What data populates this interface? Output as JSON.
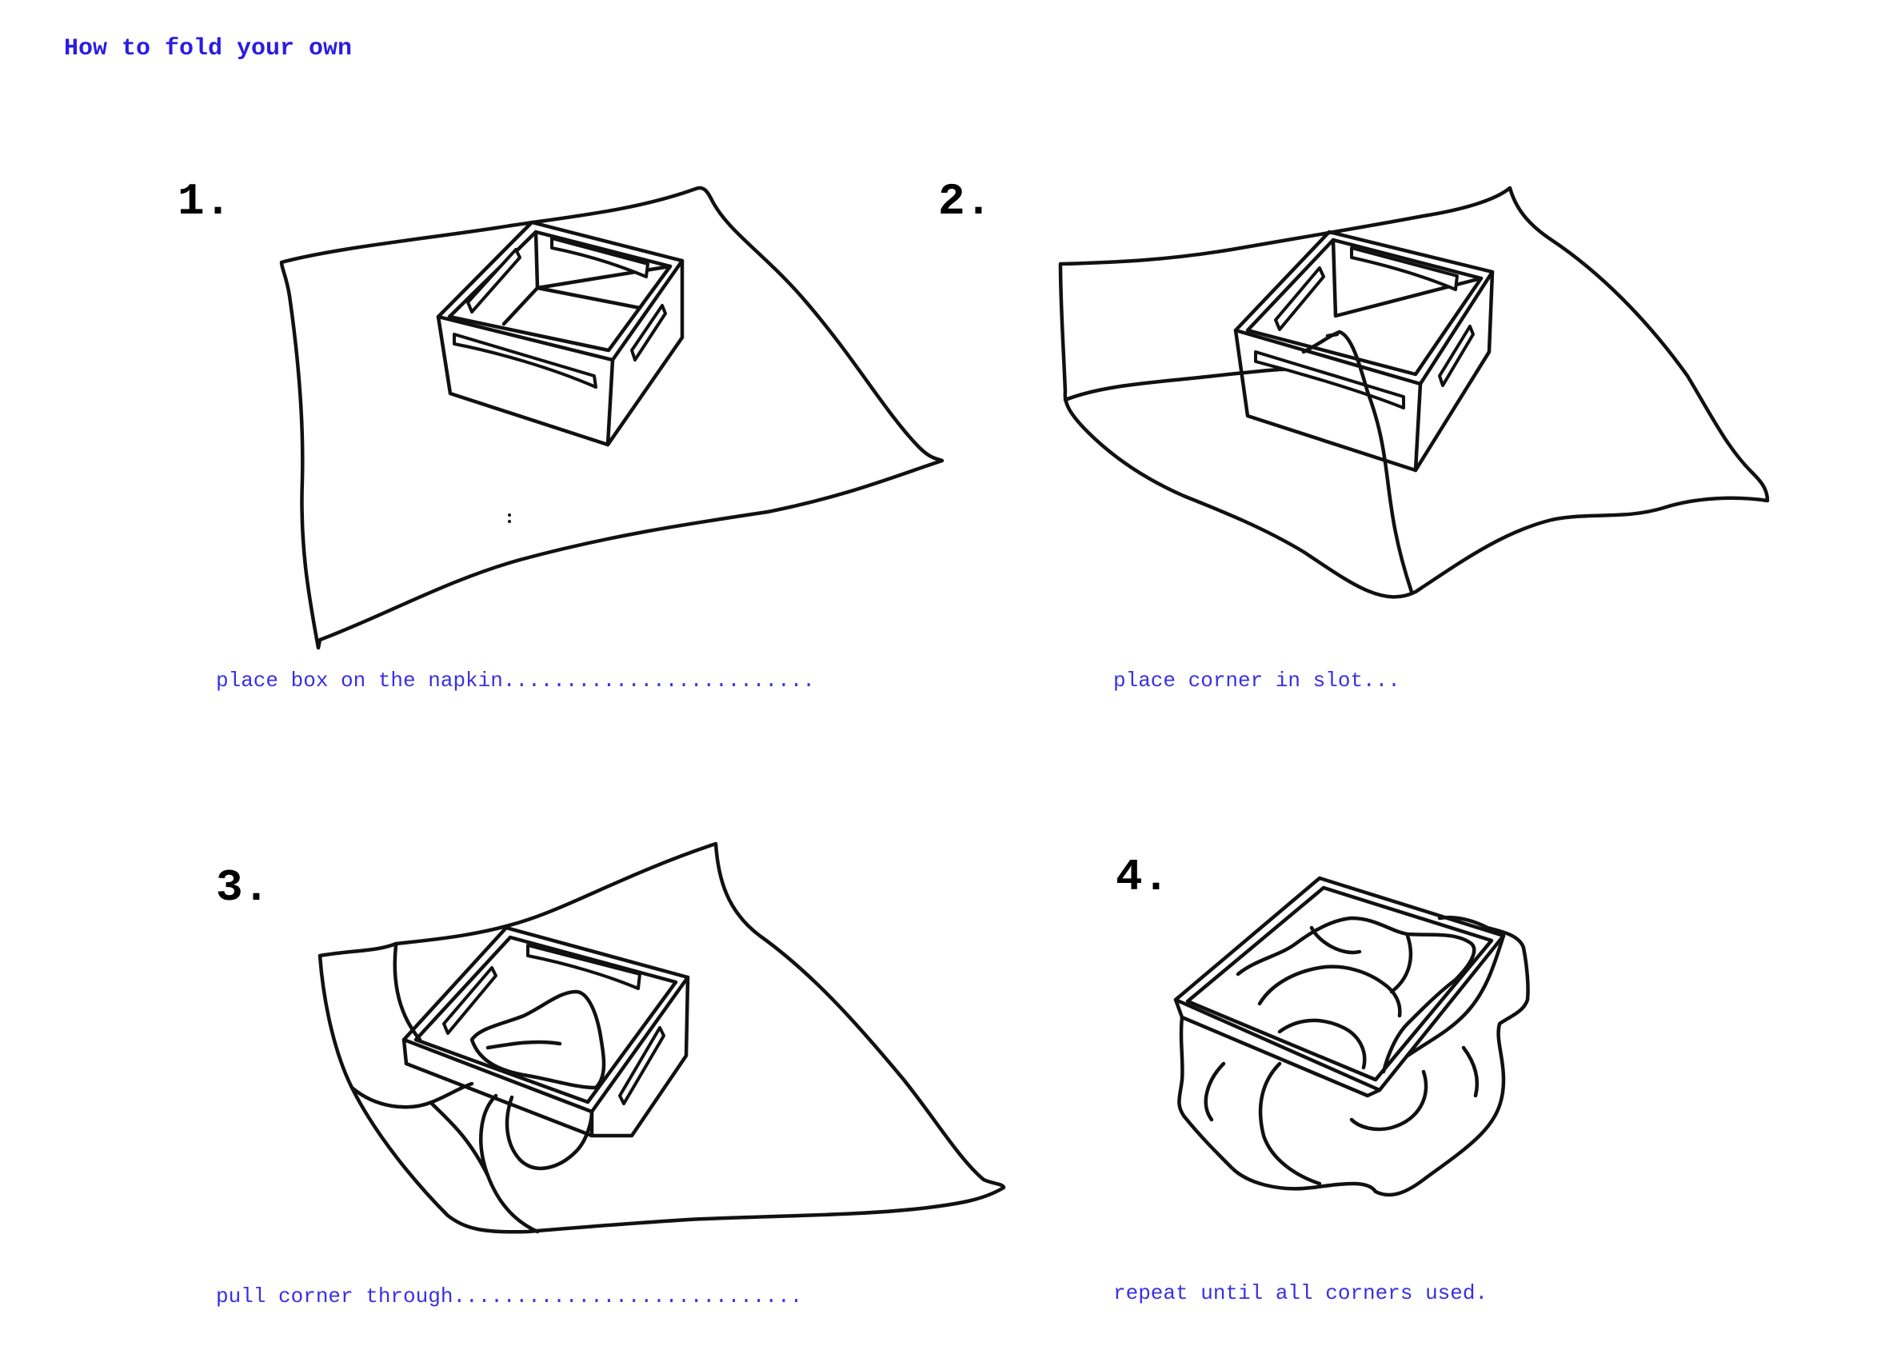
{
  "page": {
    "title": "How to fold your own"
  },
  "steps": [
    {
      "number": "1.",
      "caption": "place box on the napkin........................."
    },
    {
      "number": "2.",
      "caption": "place corner in slot..."
    },
    {
      "number": "3.",
      "caption": "pull corner through............................"
    },
    {
      "number": "4.",
      "caption": "repeat until all corners used."
    }
  ],
  "colors": {
    "text_accent": "#2a1de0",
    "line_art": "#111111"
  }
}
